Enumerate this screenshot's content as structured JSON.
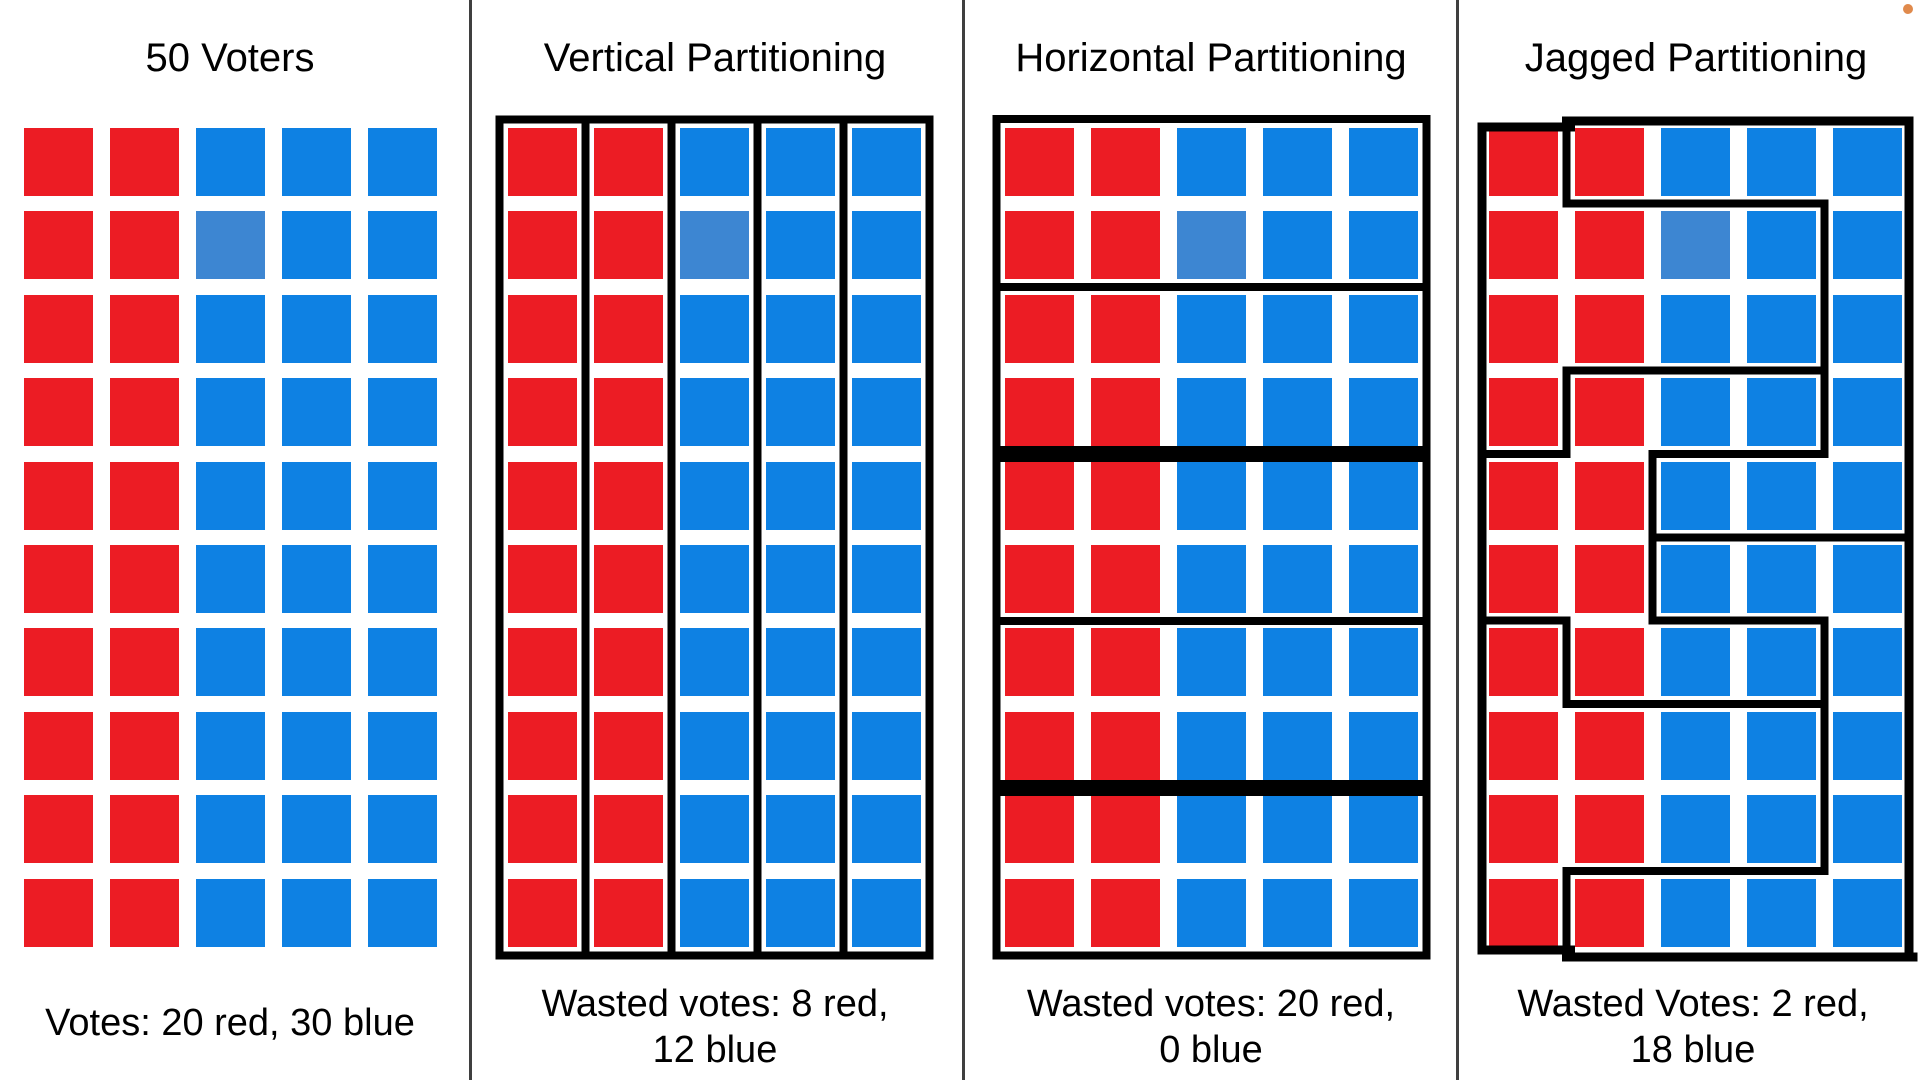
{
  "colors": {
    "red": "#ec1c24",
    "blue": "#0e81e3",
    "light_blue": "#3d86d2",
    "wall": "#000000",
    "divider": "#3f3f3f",
    "corner_dot": "#e08a4c",
    "background": "#ffffff"
  },
  "grid": {
    "rows": 10,
    "cols": 5,
    "red_col_count": 2,
    "light_cell": {
      "row": 1,
      "col": 2
    }
  },
  "panels": [
    {
      "id": "voters",
      "title": "50 Voters",
      "caption_line1": "Votes: 20 red, 30 blue",
      "caption_line2": "",
      "partition": "none"
    },
    {
      "id": "vertical",
      "title": "Vertical Partitioning",
      "caption_line1": "Wasted votes: 8 red,",
      "caption_line2": "12 blue",
      "partition": "columns"
    },
    {
      "id": "horizontal",
      "title": "Horizontal Partitioning",
      "caption_line1": "Wasted votes: 20 red,",
      "caption_line2": "0 blue",
      "partition": "rows"
    },
    {
      "id": "jagged",
      "title": "Jagged Partitioning",
      "caption_line1": "Wasted Votes: 2 red,",
      "caption_line2": "18 blue",
      "partition": "jagged"
    }
  ],
  "row_partition_row_pairs": [
    [
      0,
      1
    ],
    [
      2,
      3
    ],
    [
      4,
      5
    ],
    [
      6,
      7
    ],
    [
      8,
      9
    ]
  ],
  "jagged_partition": {
    "vertical_walls": [
      [
        1,
        0,
        1
      ],
      [
        1,
        3,
        4
      ],
      [
        1,
        6,
        7
      ],
      [
        1,
        9,
        10
      ],
      [
        2,
        4,
        6
      ],
      [
        4,
        1,
        4
      ],
      [
        4,
        6,
        9
      ]
    ],
    "horizontal_walls": [
      [
        1,
        1,
        4
      ],
      [
        3,
        1,
        4
      ],
      [
        4,
        0,
        1
      ],
      [
        4,
        2,
        4
      ],
      [
        5,
        2,
        5
      ],
      [
        6,
        0,
        1
      ],
      [
        6,
        2,
        4
      ],
      [
        7,
        1,
        4
      ],
      [
        9,
        1,
        4
      ]
    ]
  }
}
